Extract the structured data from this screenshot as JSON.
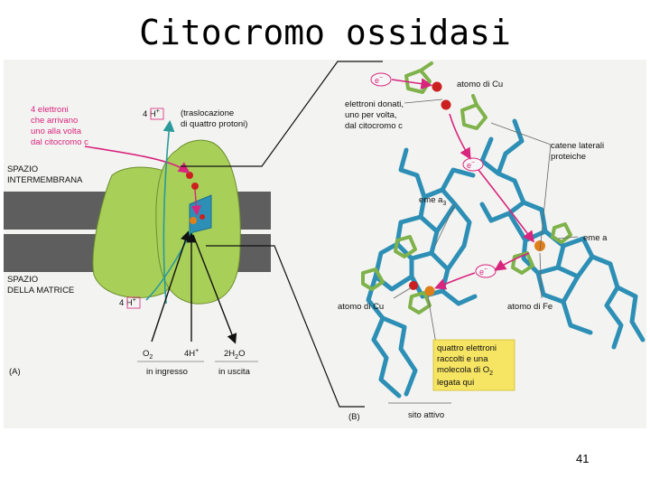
{
  "title": "Citocromo ossidasi",
  "page_number": "41",
  "colors": {
    "membrane": "#5e5e5e",
    "protein": "#a8cf58",
    "protein_stroke": "#6c8e2e",
    "heme": "#2d8fb5",
    "heme_stroke": "#1e6f8f",
    "ligand": "#7fb24a",
    "magenta_label": "#d8257d",
    "electron_arrow": "#d8257d",
    "proton_arrow": "#2a9a9a",
    "copper": "#cc1f1f",
    "iron": "#e07f1a",
    "callout_box": "#f6e463"
  },
  "panel_a": {
    "tag": "(A)",
    "electrons_label": [
      "4 elettroni",
      "che arrivano",
      "uno alla volta",
      "dal citocromo c"
    ],
    "proton_top": "4 H",
    "proton_top_sup": "+",
    "translocation_label": [
      "(traslocazione",
      "di quattro protoni)"
    ],
    "intermembrane_label": [
      "SPAZIO",
      "INTERMEMBRANA"
    ],
    "matrix_label": [
      "SPAZIO",
      "DELLA MATRICE"
    ],
    "proton_bottom": "4 H",
    "proton_bottom_sup": "+",
    "inputs": [
      "O",
      "4H",
      "2H",
      "O"
    ],
    "input_subscripts": [
      "2",
      "+",
      "2"
    ],
    "in_label": "in ingresso",
    "out_label": "in uscita"
  },
  "panel_b": {
    "tag": "(B)",
    "electron_symbol": "e",
    "electron_sup": "−",
    "cu_atom_label": "atomo di Cu",
    "donated_label": [
      "elettroni donati,",
      "uno per volta,",
      "dal citocromo c"
    ],
    "side_chains_label": [
      "catene laterali",
      "proteiche"
    ],
    "heme_a3_label": "eme a",
    "heme_a3_sub": "3",
    "heme_a_label": "eme a",
    "cu_atom_label_2": "atomo di Cu",
    "fe_atom_label": "atomo di Fe",
    "box_label": [
      "quattro elettroni",
      "raccolti e una",
      "molecola di O",
      "legata qui"
    ],
    "box_sub": "2",
    "active_site_label": "sito attivo"
  }
}
